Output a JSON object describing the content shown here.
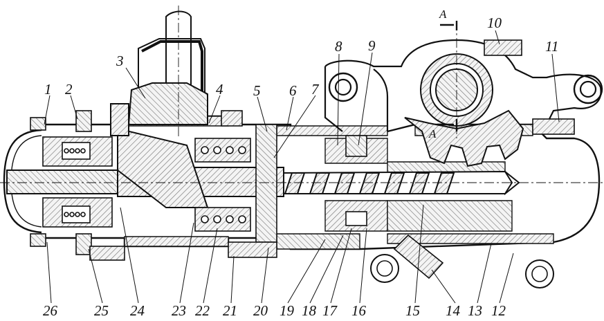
{
  "colors": {
    "ink": "#111111",
    "hatch": "#8a8a8a",
    "fill": "#f4f4f4",
    "paper": "#ffffff"
  },
  "labels": {
    "l1": "1",
    "l2": "2",
    "l3": "3",
    "l4": "4",
    "l5": "5",
    "l6": "6",
    "l7": "7",
    "l8": "8",
    "l9": "9",
    "l10": "10",
    "l11": "11",
    "l12": "12",
    "l13": "13",
    "l14": "14",
    "l15": "15",
    "l16": "16",
    "l17": "17",
    "l18": "18",
    "l19": "19",
    "l20": "20",
    "l21": "21",
    "l22": "22",
    "l23": "23",
    "l24": "24",
    "l25": "25",
    "l26": "26"
  },
  "section": {
    "top": "A",
    "mid": "A"
  }
}
